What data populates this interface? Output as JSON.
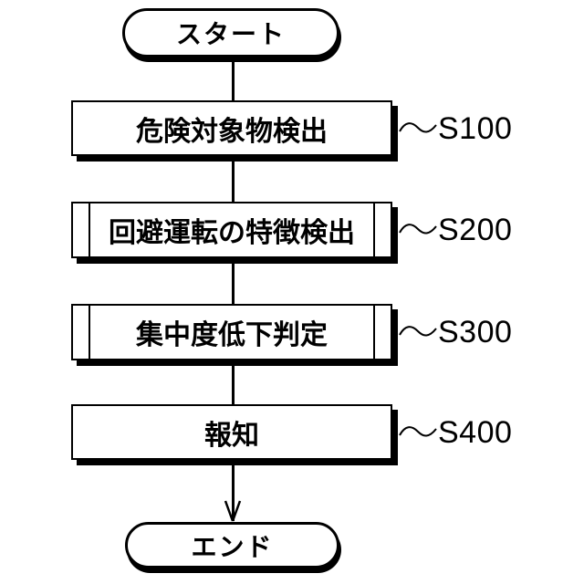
{
  "diagram": {
    "type": "flowchart",
    "start": {
      "label": "スタート"
    },
    "end": {
      "label": "エンド"
    },
    "steps": [
      {
        "label": "危険対象物検出",
        "id": "S100",
        "shape": "process"
      },
      {
        "label": "回避運転の特徴検出",
        "id": "S200",
        "shape": "predefined-process"
      },
      {
        "label": "集中度低下判定",
        "id": "S300",
        "shape": "predefined-process"
      },
      {
        "label": "報知",
        "id": "S400",
        "shape": "process"
      }
    ],
    "colors": {
      "stroke": "#000000",
      "fill": "#ffffff",
      "background": "#ffffff"
    }
  }
}
